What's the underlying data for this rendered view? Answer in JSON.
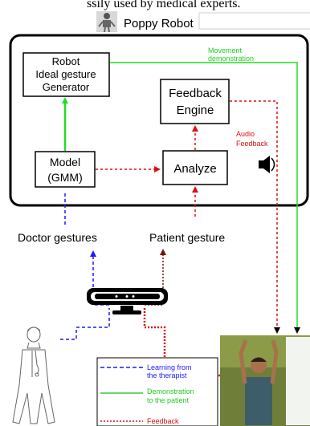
{
  "caption_fragment": "ssily used by medical experts.",
  "header": {
    "title": "Poppy Robot"
  },
  "boxes": {
    "generator": [
      "Robot",
      "Ideal gesture",
      "Generator"
    ],
    "feedback_engine": [
      "Feedback",
      "Engine"
    ],
    "model": [
      "Model",
      "(GMM)"
    ],
    "analyze": "Analyze"
  },
  "labels": {
    "movement": [
      "Movement",
      "demonstration"
    ],
    "audio": [
      "Audio",
      "Feedback"
    ],
    "doctor": "Doctor gestures",
    "patient": "Patient gesture"
  },
  "legend": {
    "items": [
      {
        "lines": [
          "Learning from",
          "the therapist"
        ],
        "color": "#1a1aff",
        "dash": "dashed"
      },
      {
        "lines": [
          "Demonstration",
          "to the patient"
        ],
        "color": "#33cc33",
        "dash": "solid"
      },
      {
        "lines": [
          "Feedback"
        ],
        "color": "#dd1111",
        "dash": "dotted"
      }
    ]
  },
  "colors": {
    "blue": "#1a1aff",
    "green": "#22dd22",
    "red": "#dd1111",
    "dark_red": "#7a1010"
  },
  "icons": [
    "robot-icon",
    "speaker-icon",
    "kinect-sensor-icon",
    "doctor-icon",
    "patient-photo"
  ]
}
